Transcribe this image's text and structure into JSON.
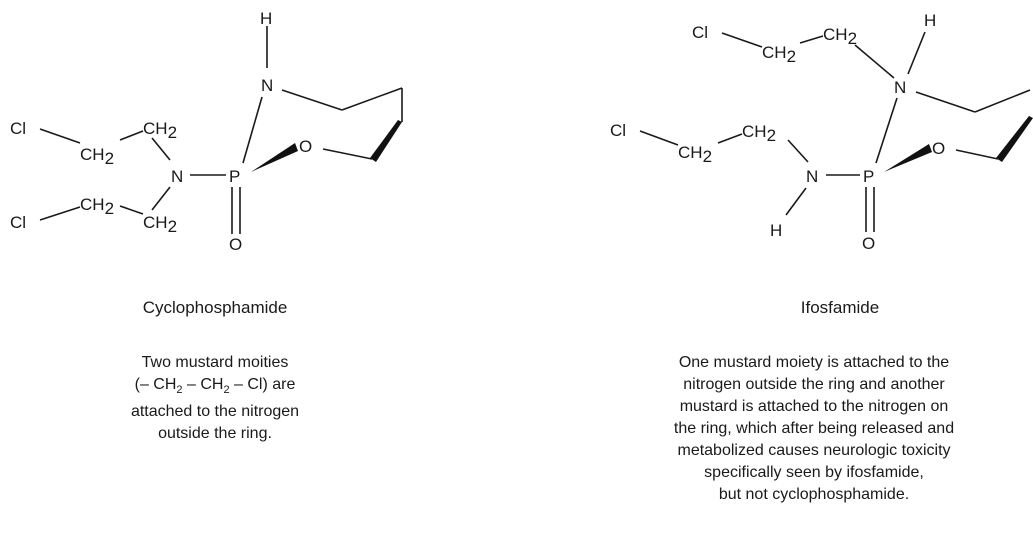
{
  "left": {
    "atoms": {
      "H": "H",
      "N_ring": "N",
      "O_ring": "O",
      "P": "P",
      "O_oxo": "O",
      "N_ext": "N",
      "Cl1": "Cl",
      "CH2_a": "CH",
      "CH2_a_sub": "2",
      "CH2_b": "CH",
      "CH2_b_sub": "2",
      "Cl2": "Cl",
      "CH2_c": "CH",
      "CH2_c_sub": "2",
      "CH2_d": "CH",
      "CH2_d_sub": "2"
    },
    "title": "Cyclophosphamide",
    "description": {
      "line1": "Two mustard moities",
      "line2_pre": "(– CH",
      "line2_sub1": "2",
      "line2_mid": " – CH",
      "line2_sub2": "2",
      "line2_post": " – Cl) are",
      "line3": "attached to the nitrogen",
      "line4": "outside the ring."
    }
  },
  "right": {
    "atoms": {
      "Cl_top": "Cl",
      "CH2_top1": "CH",
      "CH2_top1_sub": "2",
      "CH2_top2": "CH",
      "CH2_top2_sub": "2",
      "H_top": "H",
      "N_ring": "N",
      "O_ring": "O",
      "P": "P",
      "O_oxo": "O",
      "Cl_mid": "Cl",
      "CH2_m1": "CH",
      "CH2_m1_sub": "2",
      "CH2_m2": "CH",
      "CH2_m2_sub": "2",
      "N_ext": "N",
      "H_bottom": "H"
    },
    "title": "Ifosfamide",
    "description": {
      "line1": "One mustard moiety is attached to the",
      "line2": "nitrogen outside the ring and another",
      "line3": "mustard is attached to the nitrogen on",
      "line4": "the ring, which after being released and",
      "line5": "metabolized causes neurologic toxicity",
      "line6": "specifically seen by ifosfamide,",
      "line7": "but not cyclophosphamide."
    }
  }
}
